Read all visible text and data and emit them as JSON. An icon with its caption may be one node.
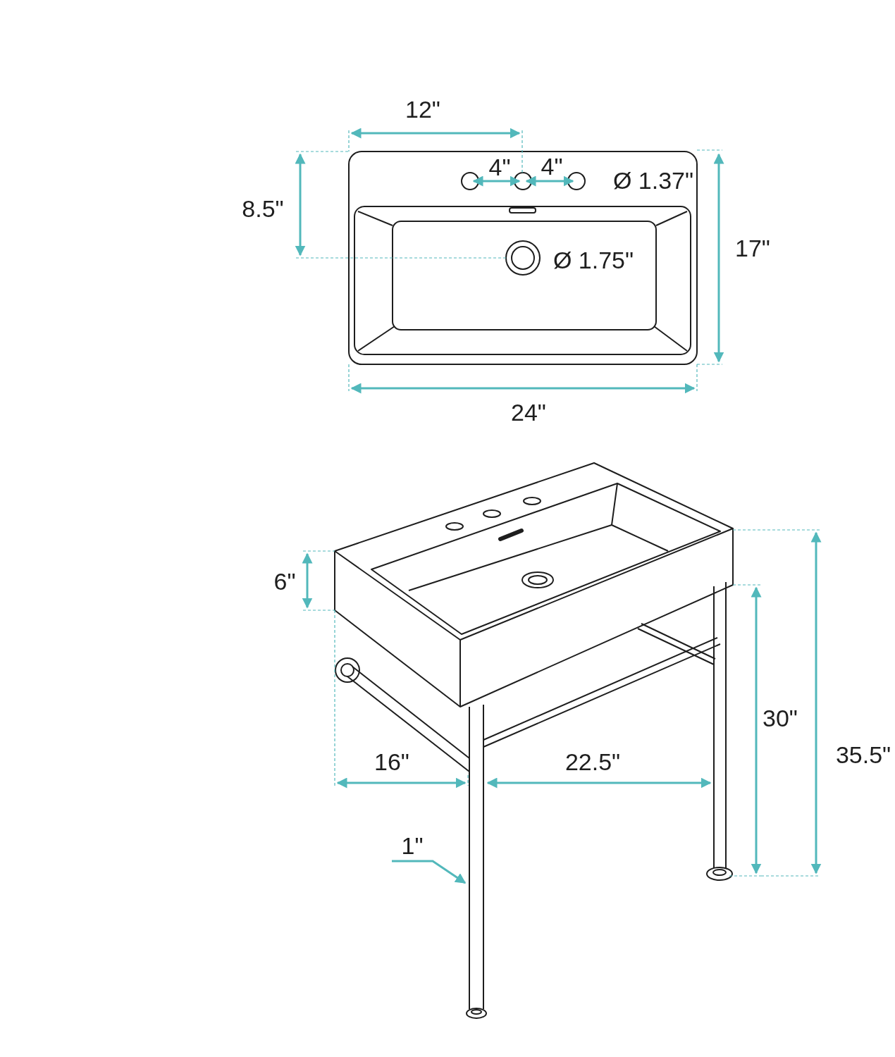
{
  "diagram": {
    "nodes": [
      {
        "text": [
          "1\""
        ]
      },
      {
        "text": [],
        "shape": "bar"
      }
    ],
    "edges": [
      {
        "from": 0,
        "to": 1,
        "arrow": "to"
      }
    ],
    "labels": [
      "12\"",
      "4\"",
      "4\"",
      "Ø 1.37\"",
      "8.5\"",
      "Ø 1.75\"",
      "17\"",
      "24\"",
      "6\"",
      "30\"",
      "35.5\"",
      "16\"",
      "22.5\""
    ]
  }
}
